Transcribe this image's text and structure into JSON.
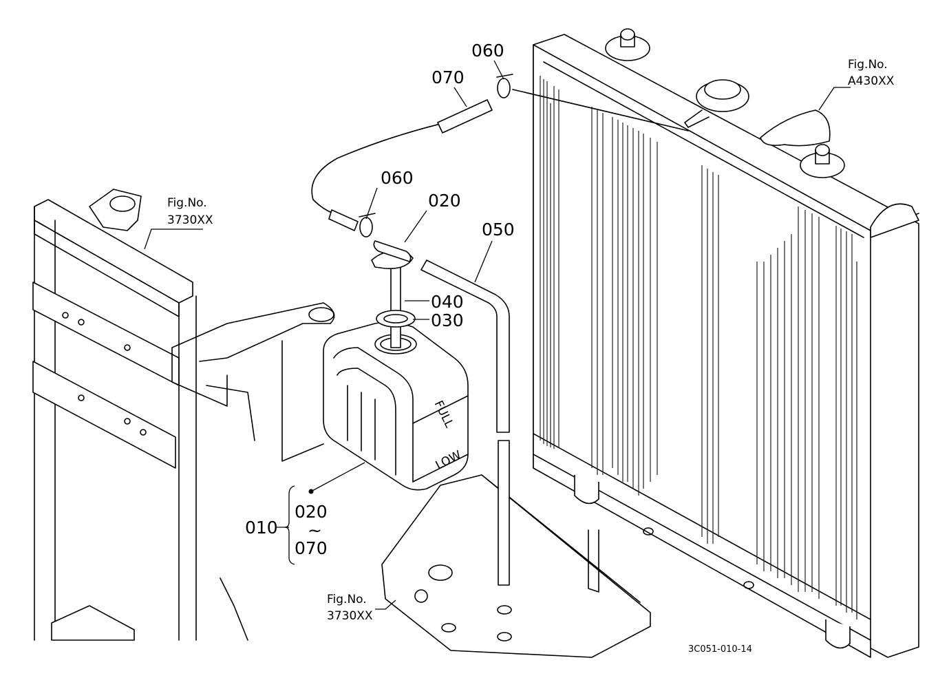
{
  "callouts": {
    "hose_clamp_top": "060",
    "overflow_hose_small": "070",
    "hose_clamp_mid": "060",
    "tank_cap": "020",
    "drain_hose": "050",
    "tank_pipe": "040",
    "gasket": "030",
    "assembly": "010",
    "range_start": "020",
    "range_tilde": "~",
    "range_end": "070"
  },
  "tank_labels": {
    "full": "FULL",
    "low": "LOW"
  },
  "figure_refs": {
    "frame_upper": {
      "label": "Fig.No.",
      "number": "3730XX"
    },
    "radiator": {
      "label": "Fig.No.",
      "number": "A430XX"
    },
    "frame_lower": {
      "label": "Fig.No.",
      "number": "3730XX"
    }
  },
  "drawing_number": "3C051-010-14"
}
